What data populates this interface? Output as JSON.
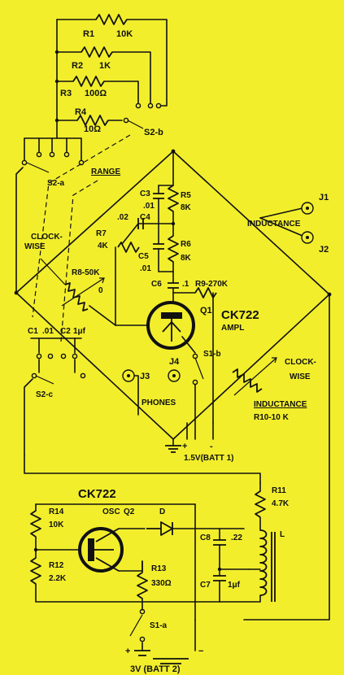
{
  "bg_color": "#f2ee2c",
  "ink_color": "#111111",
  "labels": {
    "r1": "R1",
    "r1_val": "10K",
    "r2": "R2",
    "r2_val": "1K",
    "r3": "R3",
    "r3_val": "100Ω",
    "r4": "R4",
    "r4_val": "10Ω",
    "s2b": "S2-b",
    "s2a": "S2-a",
    "range": "RANGE",
    "c3": "C3",
    "c3_val": ".01",
    "r5": "R5",
    "r5_val": "8K",
    "c4_val": ".02",
    "c4": "C4",
    "r7": "R7",
    "r7_val": "4K",
    "r6": "R6",
    "r6_val": "8K",
    "c5": "C5",
    "c5_val": ".01",
    "clockwise_top": "CLOCK-",
    "clockwise_bot": "WISE",
    "r8": "R8-50K",
    "c6": "C6",
    "c6_val": ".1",
    "r9": "R9-270K",
    "j1": "J1",
    "j2": "J2",
    "inductance": "INDUCTANCE",
    "q1": "Q1",
    "ck722_top": "CK722",
    "ampl": "AMPL",
    "c1": "C1",
    "c1_val": ".01",
    "c2": "C2",
    "c2_val": "1μf",
    "s1b": "S1-b",
    "s2c": "S2-c",
    "j3": "J3",
    "j4": "J4",
    "phones": "PHONES",
    "clockwise2_top": "CLOCK-",
    "clockwise2_bot": "WISE",
    "inductance2": "INDUCTANCE",
    "r10": "R10-10 K",
    "batt1": "1.5V(BATT 1)",
    "plus": "+",
    "minus": "-",
    "ck722_bot": "CK722",
    "r11": "R11",
    "r11_val": "4.7K",
    "r14": "R14",
    "r14_val": "10K",
    "osc": "OSC",
    "q2": "Q2",
    "d": "D",
    "c8": "C8",
    "c8_val": ".22",
    "l": "L",
    "r12": "R12",
    "r12_val": "2.2K",
    "r13": "R13",
    "r13_val": "330Ω",
    "c7": "C7",
    "c7_val": "1μf",
    "s1a": "S1-a",
    "plus2": "+",
    "minus2": "−",
    "batt2": "3V (BATT 2)",
    "o_mark": "0"
  }
}
